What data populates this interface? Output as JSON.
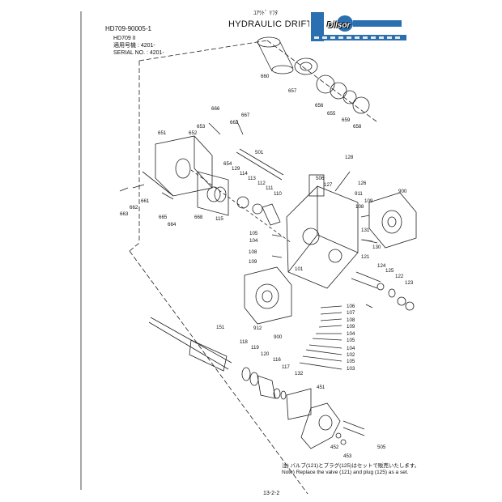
{
  "header": {
    "doc_id": "HD709-90005-1",
    "title_jp": "ﾕｱﾂﾄﾞ ﾘﾌﾀ",
    "title": "HYDRAULIC DRIFTER",
    "logo_text": "Dilsor"
  },
  "model": {
    "line1": "HD709 II",
    "line2": "適用号機 : 4201-",
    "line3": "SERIAL NO. : 4201-"
  },
  "parts": [
    "660",
    "657",
    "656",
    "655",
    "659",
    "658",
    "666",
    "667",
    "653",
    "652",
    "662",
    "651",
    "501",
    "128",
    "126",
    "911",
    "654",
    "129",
    "114",
    "113",
    "112",
    "111",
    "110",
    "661",
    "662",
    "663",
    "665",
    "664",
    "668",
    "115",
    "506",
    "127",
    "900",
    "109",
    "108",
    "131",
    "130",
    "105",
    "104",
    "108",
    "109",
    "101",
    "121",
    "124",
    "125",
    "122",
    "123",
    "912",
    "900",
    "106",
    "107",
    "108",
    "109",
    "104",
    "105",
    "104",
    "102",
    "105",
    "103",
    "151",
    "118",
    "119",
    "120",
    "116",
    "117",
    "132",
    "451",
    "452",
    "453",
    "505"
  ],
  "footer": {
    "note_jp": "注) バルブ(121)とプラグ(125)はセットで販売いたします。",
    "note_en": "Note) Replace the valve (121) and plug (125) as a set.",
    "page_number": "13-2-2"
  }
}
